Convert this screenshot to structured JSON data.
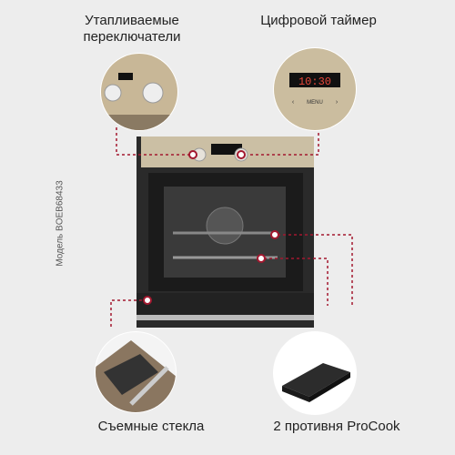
{
  "labels": {
    "knobs": "Утапливаемые переключатели",
    "timer": "Цифровой таймер",
    "glass": "Съемные стекла",
    "trays": "2 противня ProCook"
  },
  "model": "Модель BOEB68433",
  "timer_display": "10:30",
  "timer_menu": "MENU",
  "colors": {
    "accent": "#a3182f",
    "panel": "#c9b89a",
    "display": "#e8483a"
  }
}
